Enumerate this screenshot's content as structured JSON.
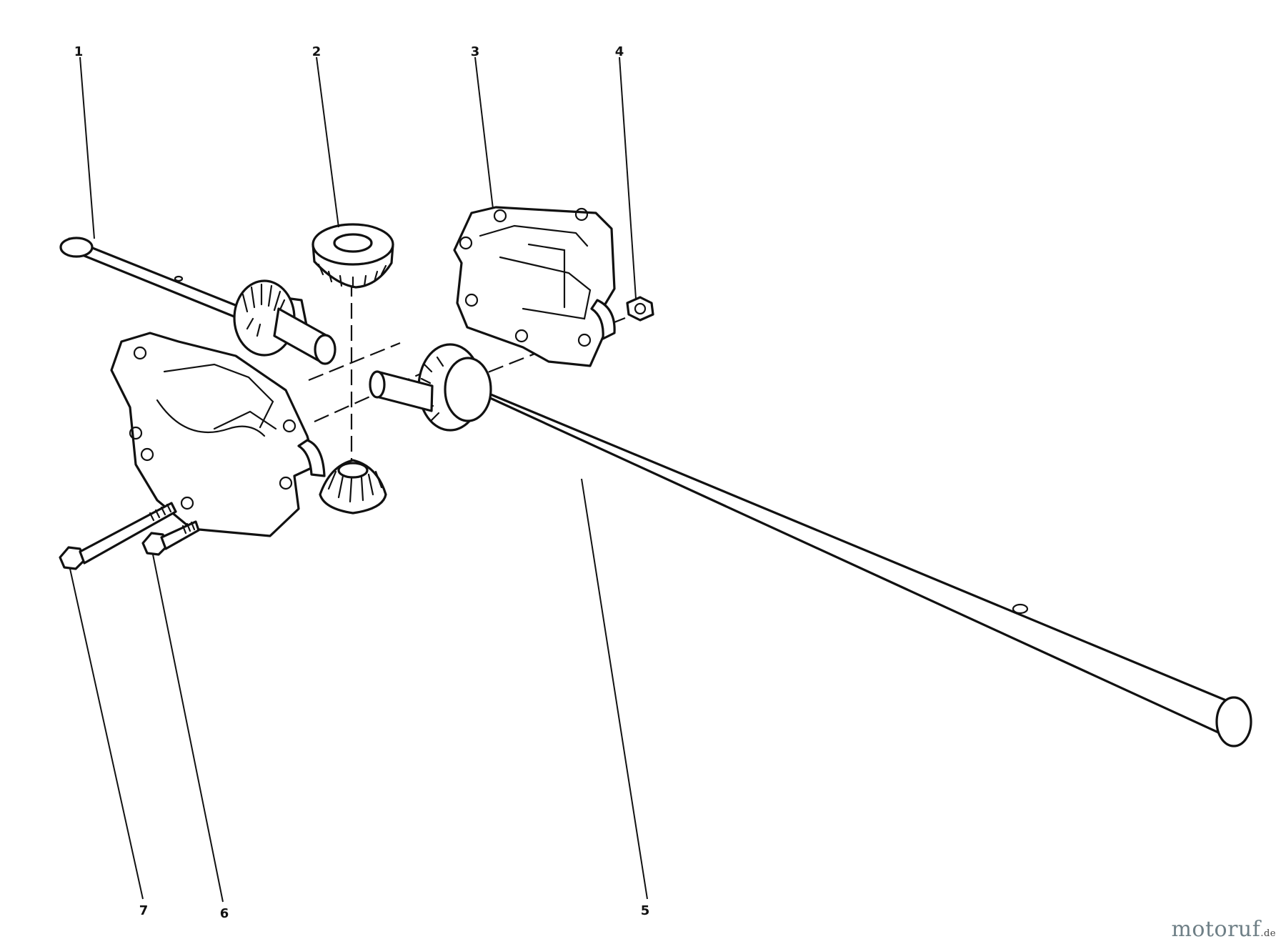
{
  "callouts": [
    {
      "id": "1",
      "label": "1"
    },
    {
      "id": "2",
      "label": "2"
    },
    {
      "id": "3",
      "label": "3"
    },
    {
      "id": "4",
      "label": "4"
    },
    {
      "id": "5",
      "label": "5"
    },
    {
      "id": "6",
      "label": "6"
    },
    {
      "id": "7",
      "label": "7"
    }
  ],
  "watermark": {
    "brand": "motoruf",
    "suffix": ".de"
  }
}
